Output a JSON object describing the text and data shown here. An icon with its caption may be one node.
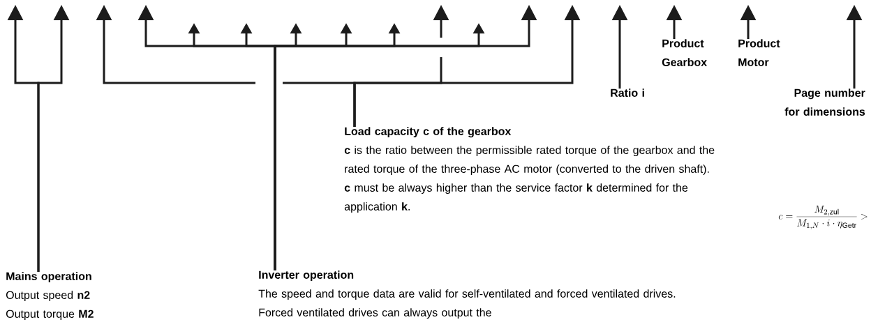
{
  "diagram": {
    "nodes": [
      {
        "text": [
          "Mains operation",
          "Output speed **n2**",
          "Output torque **M2**"
        ]
      },
      {
        "text": [
          "Inverter operation",
          "The speed and torque data are valid for self-ventilated and forced ventilated drives. Forced ventilated drives can always output the"
        ]
      },
      {
        "text": [
          "Load capacity c of the gearbox",
          "**c** is the ratio between the permissible rated torque of the gearbox and the rated torque of the three-phase AC motor (converted to the driven shaft).",
          "**c** must be always higher than the service factor **k** determined for the application **k**."
        ]
      },
      {
        "text": [
          "Ratio i"
        ]
      },
      {
        "text": [
          "Product Gearbox"
        ]
      },
      {
        "text": [
          "Product Motor"
        ]
      },
      {
        "text": [
          "Page number for dimensions"
        ]
      }
    ],
    "edges": [
      {
        "from": 0,
        "to": null,
        "arrow": "to"
      },
      {
        "from": 0,
        "to": null,
        "arrow": "to"
      },
      {
        "from": 1,
        "to": null,
        "arrow": "to"
      },
      {
        "from": 1,
        "to": null,
        "arrow": "to"
      },
      {
        "from": 1,
        "to": null,
        "arrow": "to"
      },
      {
        "from": 1,
        "to": null,
        "arrow": "to"
      },
      {
        "from": 1,
        "to": null,
        "arrow": "to"
      },
      {
        "from": 1,
        "to": null,
        "arrow": "to"
      },
      {
        "from": 1,
        "to": null,
        "arrow": "to"
      },
      {
        "from": 1,
        "to": null,
        "arrow": "to"
      },
      {
        "from": 2,
        "to": null,
        "arrow": "to"
      },
      {
        "from": 2,
        "to": null,
        "arrow": "to"
      },
      {
        "from": 2,
        "to": null,
        "arrow": "to"
      },
      {
        "from": 3,
        "to": null,
        "arrow": "to"
      },
      {
        "from": 4,
        "to": null,
        "arrow": "to"
      },
      {
        "from": 5,
        "to": null,
        "arrow": "to"
      },
      {
        "from": 6,
        "to": null,
        "arrow": "to"
      }
    ],
    "labels": [
      "c = \\frac{M_{2,\\mathrm{zul}}}{M_{1,N}\\cdot i\\cdot \\eta_{\\mathrm{Getr}}} >"
    ]
  }
}
